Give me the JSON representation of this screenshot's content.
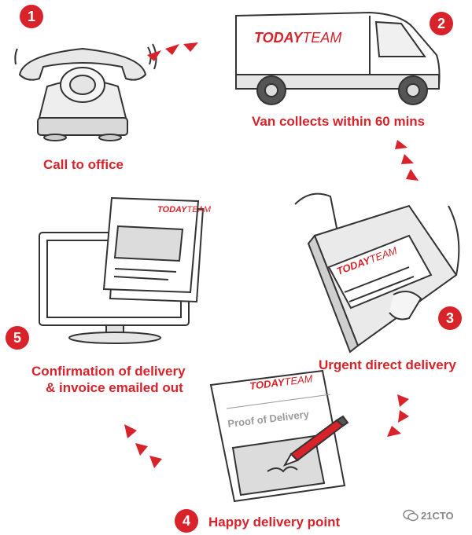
{
  "brand": {
    "bold": "TODAY",
    "light": "TEAM"
  },
  "steps": [
    {
      "number": "1",
      "caption": "Call to office"
    },
    {
      "number": "2",
      "caption": "Van collects within 60 mins"
    },
    {
      "number": "3",
      "caption": "Urgent direct delivery"
    },
    {
      "number": "4",
      "caption": "Happy delivery point"
    },
    {
      "number": "5",
      "caption_line1": "Confirmation of delivery",
      "caption_line2": "& invoice emailed out"
    }
  ],
  "document_title": "Proof of Delivery",
  "watermark": "21CTO",
  "colors": {
    "accent": "#d8232a",
    "line": "#333333",
    "fill_gray": "#dcdcdc"
  }
}
